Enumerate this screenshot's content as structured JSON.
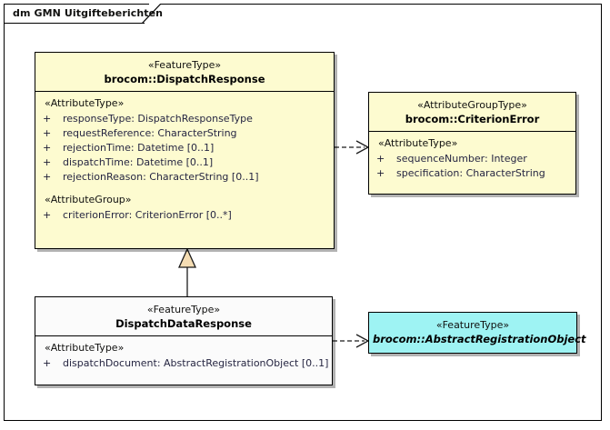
{
  "diagram": {
    "frame_label": "dm GMN Uitgifteberichten",
    "colors": {
      "class_fill_yellow": "#fdfbd0",
      "class_fill_white": "#fbfbfb",
      "class_fill_cyan": "#9ef3f3",
      "border": "#000000",
      "generalization_arrow_fill": "#f5ddb3"
    }
  },
  "classes": {
    "dispatch_response": {
      "stereotype": "«FeatureType»",
      "name": "brocom::DispatchResponse",
      "compartments": [
        {
          "group_label": "«AttributeType»",
          "attributes": [
            {
              "visibility": "+",
              "text": "responseType: DispatchResponseType"
            },
            {
              "visibility": "+",
              "text": "requestReference: CharacterString"
            },
            {
              "visibility": "+",
              "text": "rejectionTime: Datetime [0..1]"
            },
            {
              "visibility": "+",
              "text": "dispatchTime: Datetime [0..1]"
            },
            {
              "visibility": "+",
              "text": "rejectionReason: CharacterString [0..1]"
            }
          ]
        },
        {
          "group_label": "«AttributeGroup»",
          "attributes": [
            {
              "visibility": "+",
              "text": "criterionError: CriterionError [0..*]"
            }
          ]
        }
      ]
    },
    "criterion_error": {
      "stereotype": "«AttributeGroupType»",
      "name": "brocom::CriterionError",
      "compartments": [
        {
          "group_label": "«AttributeType»",
          "attributes": [
            {
              "visibility": "+",
              "text": "sequenceNumber: Integer"
            },
            {
              "visibility": "+",
              "text": "specification: CharacterString"
            }
          ]
        }
      ]
    },
    "dispatch_data_response": {
      "stereotype": "«FeatureType»",
      "name": "DispatchDataResponse",
      "compartments": [
        {
          "group_label": "«AttributeType»",
          "attributes": [
            {
              "visibility": "+",
              "text": "dispatchDocument: AbstractRegistrationObject [0..1]"
            }
          ]
        }
      ]
    },
    "abstract_registration_object": {
      "stereotype": "«FeatureType»",
      "name": "brocom::AbstractRegistrationObject"
    }
  },
  "connectors": [
    {
      "name": "dependency-dispatchresponse-to-criterionerror",
      "type": "dependency"
    },
    {
      "name": "generalization-dispatchdataresponse-to-dispatchresponse",
      "type": "generalization"
    },
    {
      "name": "dependency-dispatchdataresponse-to-abstractregistrationobject",
      "type": "dependency"
    }
  ]
}
